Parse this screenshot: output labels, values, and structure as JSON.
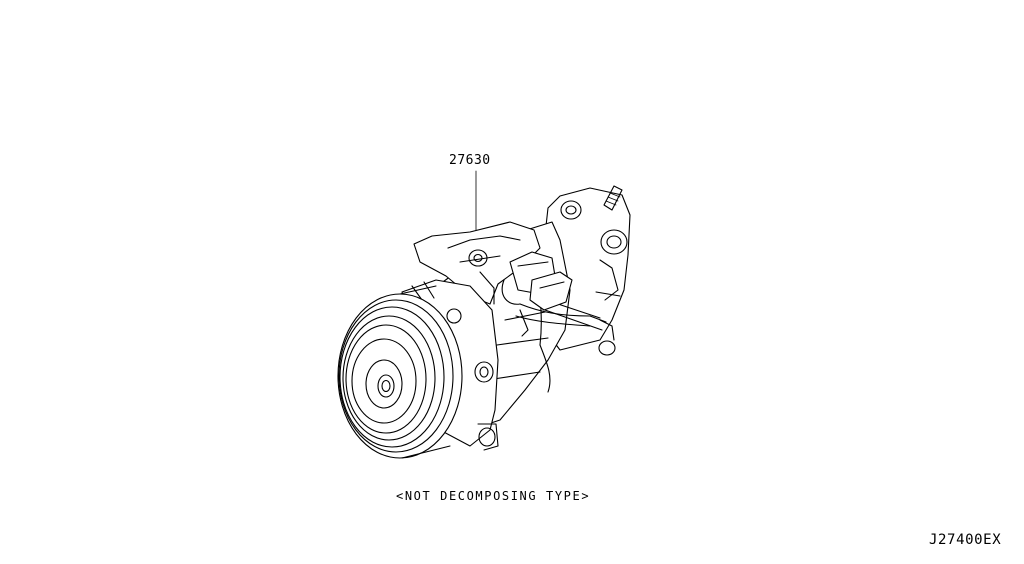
{
  "diagram": {
    "part_number": "27630",
    "caption": "<NOT DECOMPOSING TYPE>",
    "diagram_code": "J27400EX",
    "line_color": "#000000",
    "background_color": "#ffffff",
    "illustration": "ac-compressor-icon"
  }
}
